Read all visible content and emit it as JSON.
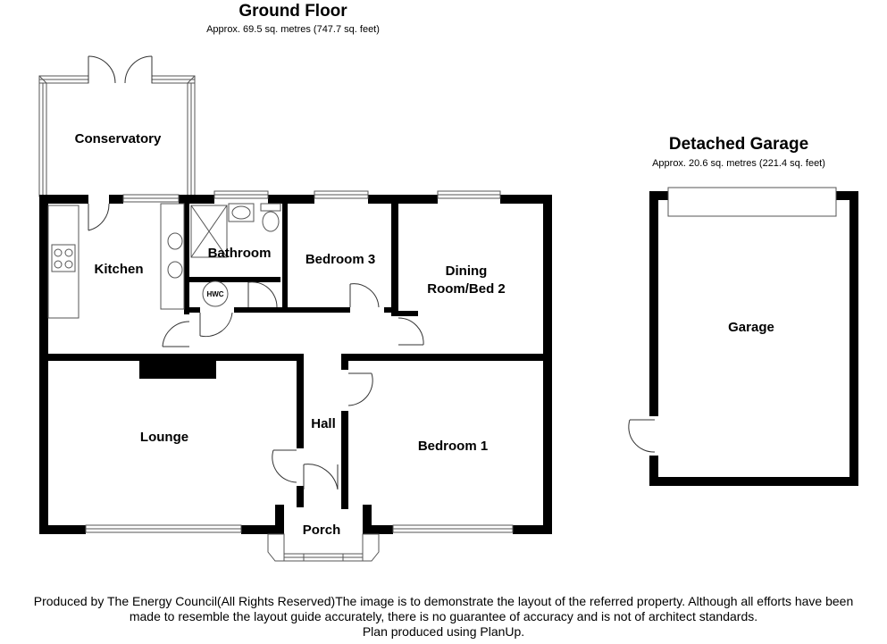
{
  "ground_floor": {
    "title": "Ground Floor",
    "area": "Approx. 69.5 sq. metres (747.7 sq. feet)"
  },
  "garage_block": {
    "title": "Detached Garage",
    "area": "Approx. 20.6 sq. metres (221.4 sq. feet)"
  },
  "rooms": {
    "conservatory": "Conservatory",
    "kitchen": "Kitchen",
    "bathroom": "Bathroom",
    "hwc": "HWC",
    "bedroom3": "Bedroom 3",
    "dining_line1": "Dining",
    "dining_line2": "Room/Bed 2",
    "lounge": "Lounge",
    "hall": "Hall",
    "bedroom1": "Bedroom 1",
    "porch": "Porch",
    "garage": "Garage"
  },
  "footer": {
    "line1": "Produced by The Energy Council(All Rights Reserved)The image is to demonstrate the layout of the referred property. Although all efforts have been",
    "line2": "made to resemble the layout guide accurately, there is no guarantee of accuracy and is not of architect standards.",
    "line3": "Plan produced using PlanUp."
  }
}
